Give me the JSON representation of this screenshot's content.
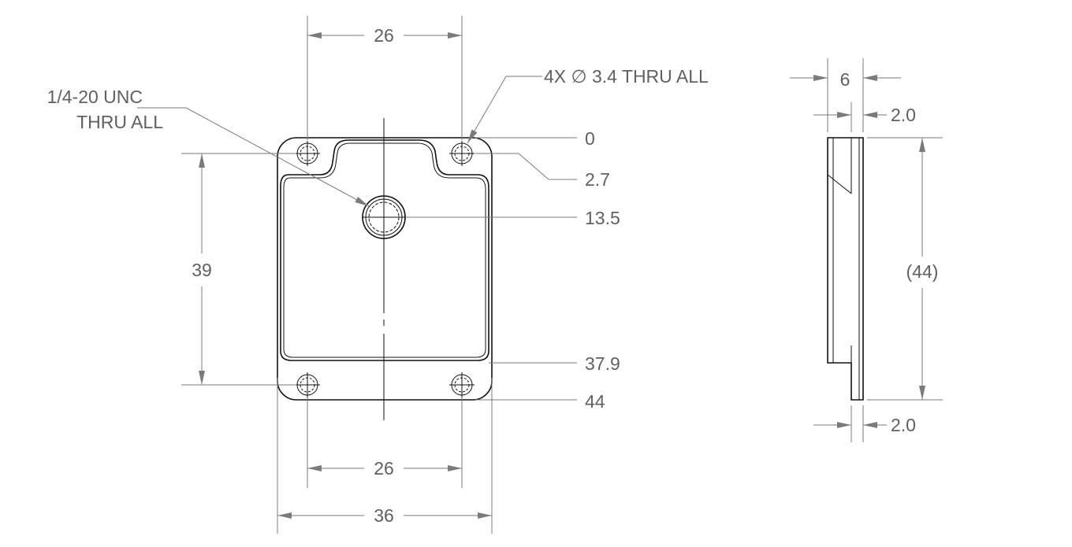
{
  "front_view": {
    "top_hole_spacing": "26",
    "bottom_hole_spacing": "26",
    "overall_width": "36",
    "vertical_hole_spacing": "39",
    "center_hole_note_line1": "1/4-20 UNC",
    "center_hole_note_line2": "THRU ALL",
    "hole_note": "4X ∅ 3.4 THRU ALL",
    "ordinates": [
      "0",
      "2.7",
      "13.5",
      "37.9",
      "44"
    ]
  },
  "side_view": {
    "overall_thickness": "6",
    "top_step": "2.0",
    "bottom_step": "2.0",
    "reference_height": "(44)"
  },
  "colors": {
    "geometry": "#111111",
    "dimension": "#7a7a7a",
    "text": "#606060",
    "background": "#ffffff"
  }
}
